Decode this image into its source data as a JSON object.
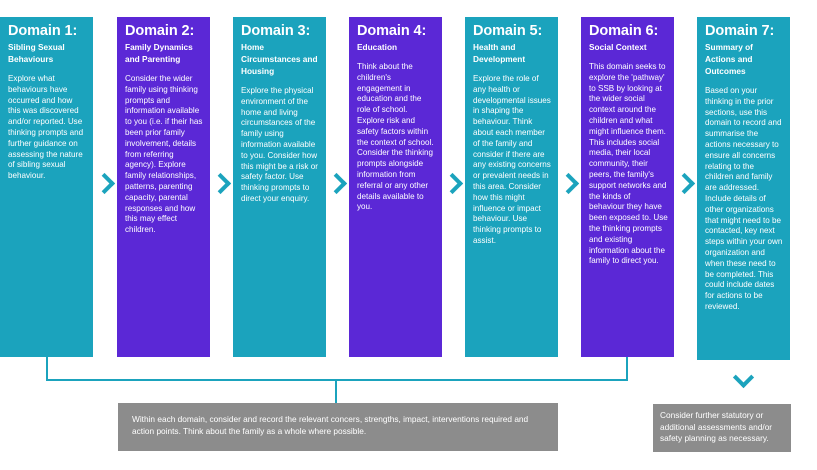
{
  "domains": [
    {
      "title": "Domain 1:",
      "subtitle": "Sibling Sexual Behaviours",
      "body": "Explore what behaviours have occurred and how this was discovered and/or reported. Use thinking prompts and further guidance on assessing the nature of sibling sexual behaviour."
    },
    {
      "title": "Domain 2:",
      "subtitle": "Family Dynamics and Parenting",
      "body": "Consider the wider family using thinking prompts and information available to you (i.e. if their has been prior family involvement, details from referring agency). Explore family relationships, patterns, parenting capacity, parental responses and how this may effect children."
    },
    {
      "title": "Domain 3:",
      "subtitle": "Home Circumstances and Housing",
      "body": "Explore the physical environment of the home and living circumstances of the family using information available to you. Consider how this might be a risk or safety factor. Use thinking prompts to direct your enquiry."
    },
    {
      "title": "Domain 4:",
      "subtitle": "Education",
      "body": "Think about the children's engagement in education and the role of school. Explore risk and safety factors within the context of school. Consider the thinking prompts alongside information from referral or any other details available to you."
    },
    {
      "title": "Domain 5:",
      "subtitle": "Health and Development",
      "body": "Explore the role of any health or developmental issues in shaping the behaviour. Think about each member of the family and consider if there are any existing concerns or prevalent needs in this area. Consider how this might influence or impact behaviour. Use thinking prompts to assist."
    },
    {
      "title": "Domain 6:",
      "subtitle": "Social Context",
      "body": "This domain seeks to explore the 'pathway' to SSB by looking at the wider social context around the children and what might influence them. This includes social media, their local community, their peers, the family's support networks and the kinds of behaviour they have been exposed to. Use the thinking prompts and existing information about the family to direct you."
    },
    {
      "title": "Domain 7:",
      "subtitle": "Summary of Actions and Outcomes",
      "body": "Based on your thinking in the prior sections, use this domain to record and summarise the actions necessary to ensure all concerns relating to the children and family are addressed. Include details of other organizations that might need to be contacted, key next steps within your own organization and when these need to be completed. This could include dates for actions to be reviewed."
    }
  ],
  "footer": {
    "left_note": "Within each domain, consider and record the relevant concers, strengths, impact, interventions required and action points. Think about the family as a whole where possible.",
    "right_note": "Consider further statutory or additional assessments and/or safety planning as necessary."
  },
  "colors": {
    "teal": "#1ba3bd",
    "purple": "#5b28d6",
    "grey": "#8c8c8c"
  },
  "icons": {
    "between_domains": "chevron-right-icon",
    "below_domain_7": "chevron-down-icon"
  }
}
